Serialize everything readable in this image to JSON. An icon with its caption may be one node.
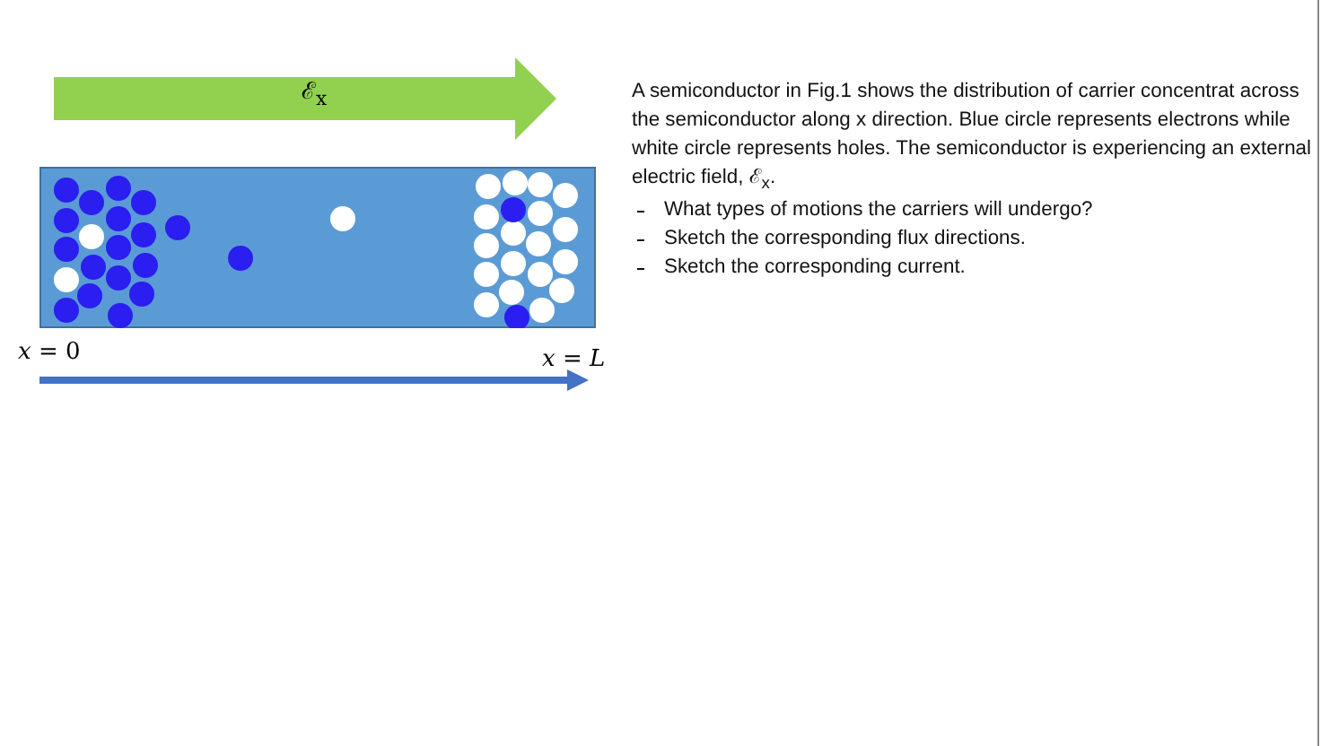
{
  "diagram": {
    "nodes": [
      {
        "text": [
          "ℰ$_{x}$"
        ]
      },
      {
        "text": [],
        "shape": "box"
      }
    ],
    "edges": [],
    "labels": [
      "*x* = 0",
      "*x* = *L*",
      "A semiconductor in Fig.1 shows the distribution of carrier concentrat across the semiconductor along x direction. Blue circle represents electrons while white circle represents holes. The semiconductor is experiencing an external electric field, ℰ$_{x}$.",
      "What types of motions the carriers will undergo?",
      "Sketch the corresponding flux directions.",
      "Sketch the corresponding current."
    ]
  }
}
